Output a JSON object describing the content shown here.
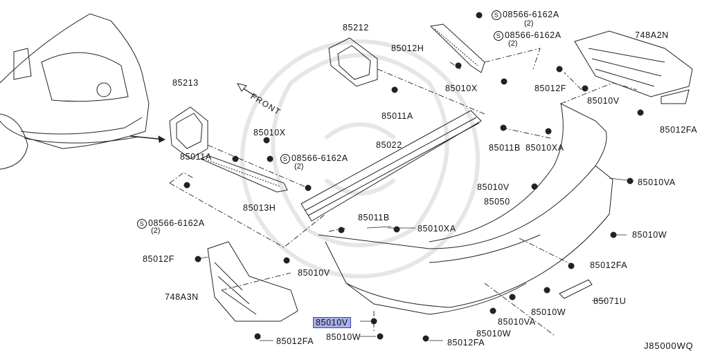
{
  "diagram": {
    "drawing_code": "J85000WQ",
    "front_label": "FRONT",
    "symbol_s": "S",
    "highlighted_part": "85010V",
    "parts": [
      {
        "id": "p85212",
        "number": "85212"
      },
      {
        "id": "p85213",
        "number": "85213"
      },
      {
        "id": "p85012H",
        "number": "85012H"
      },
      {
        "id": "p85010X_top",
        "number": "85010X"
      },
      {
        "id": "p85011A_top",
        "number": "85011A"
      },
      {
        "id": "p85012F_top",
        "number": "85012F"
      },
      {
        "id": "p748A2N",
        "number": "748A2N"
      },
      {
        "id": "p85010V_right",
        "number": "85010V"
      },
      {
        "id": "p85012FA_right",
        "number": "85012FA"
      },
      {
        "id": "p85010X_mid",
        "number": "85010X"
      },
      {
        "id": "p85011A_left",
        "number": "85011A"
      },
      {
        "id": "p85022",
        "number": "85022"
      },
      {
        "id": "p85011B_top",
        "number": "85011B"
      },
      {
        "id": "p85010XA_top",
        "number": "85010XA"
      },
      {
        "id": "p85013H",
        "number": "85013H"
      },
      {
        "id": "p85010VA_right",
        "number": "85010VA"
      },
      {
        "id": "p85010V_mid",
        "number": "85010V"
      },
      {
        "id": "p85050",
        "number": "85050"
      },
      {
        "id": "p85011B_mid",
        "number": "85011B"
      },
      {
        "id": "p85010XA_mid",
        "number": "85010XA"
      },
      {
        "id": "p85010W_right",
        "number": "85010W"
      },
      {
        "id": "p85012F_left",
        "number": "85012F"
      },
      {
        "id": "p85010V_left",
        "number": "85010V"
      },
      {
        "id": "p85012FA_mid",
        "number": "85012FA"
      },
      {
        "id": "p748A3N",
        "number": "748A3N"
      },
      {
        "id": "p85071U",
        "number": "85071U"
      },
      {
        "id": "p85010W_low",
        "number": "85010W"
      },
      {
        "id": "p85010VA_low",
        "number": "85010VA"
      },
      {
        "id": "p85010V_hl",
        "number": "85010V"
      },
      {
        "id": "p85010W_bottom",
        "number": "85010W"
      },
      {
        "id": "p85010W_b2",
        "number": "85010W"
      },
      {
        "id": "p85012FA_bl",
        "number": "85012FA"
      },
      {
        "id": "p85012FA_bm",
        "number": "85012FA"
      }
    ],
    "screws": [
      {
        "id": "s1",
        "number": "08566-6162A",
        "qty": "(2)"
      },
      {
        "id": "s2",
        "number": "08566-6162A",
        "qty": "(2)"
      },
      {
        "id": "s3",
        "number": "08566-6162A",
        "qty": "(2)"
      },
      {
        "id": "s4",
        "number": "08566-6162A",
        "qty": "(2)"
      }
    ]
  }
}
